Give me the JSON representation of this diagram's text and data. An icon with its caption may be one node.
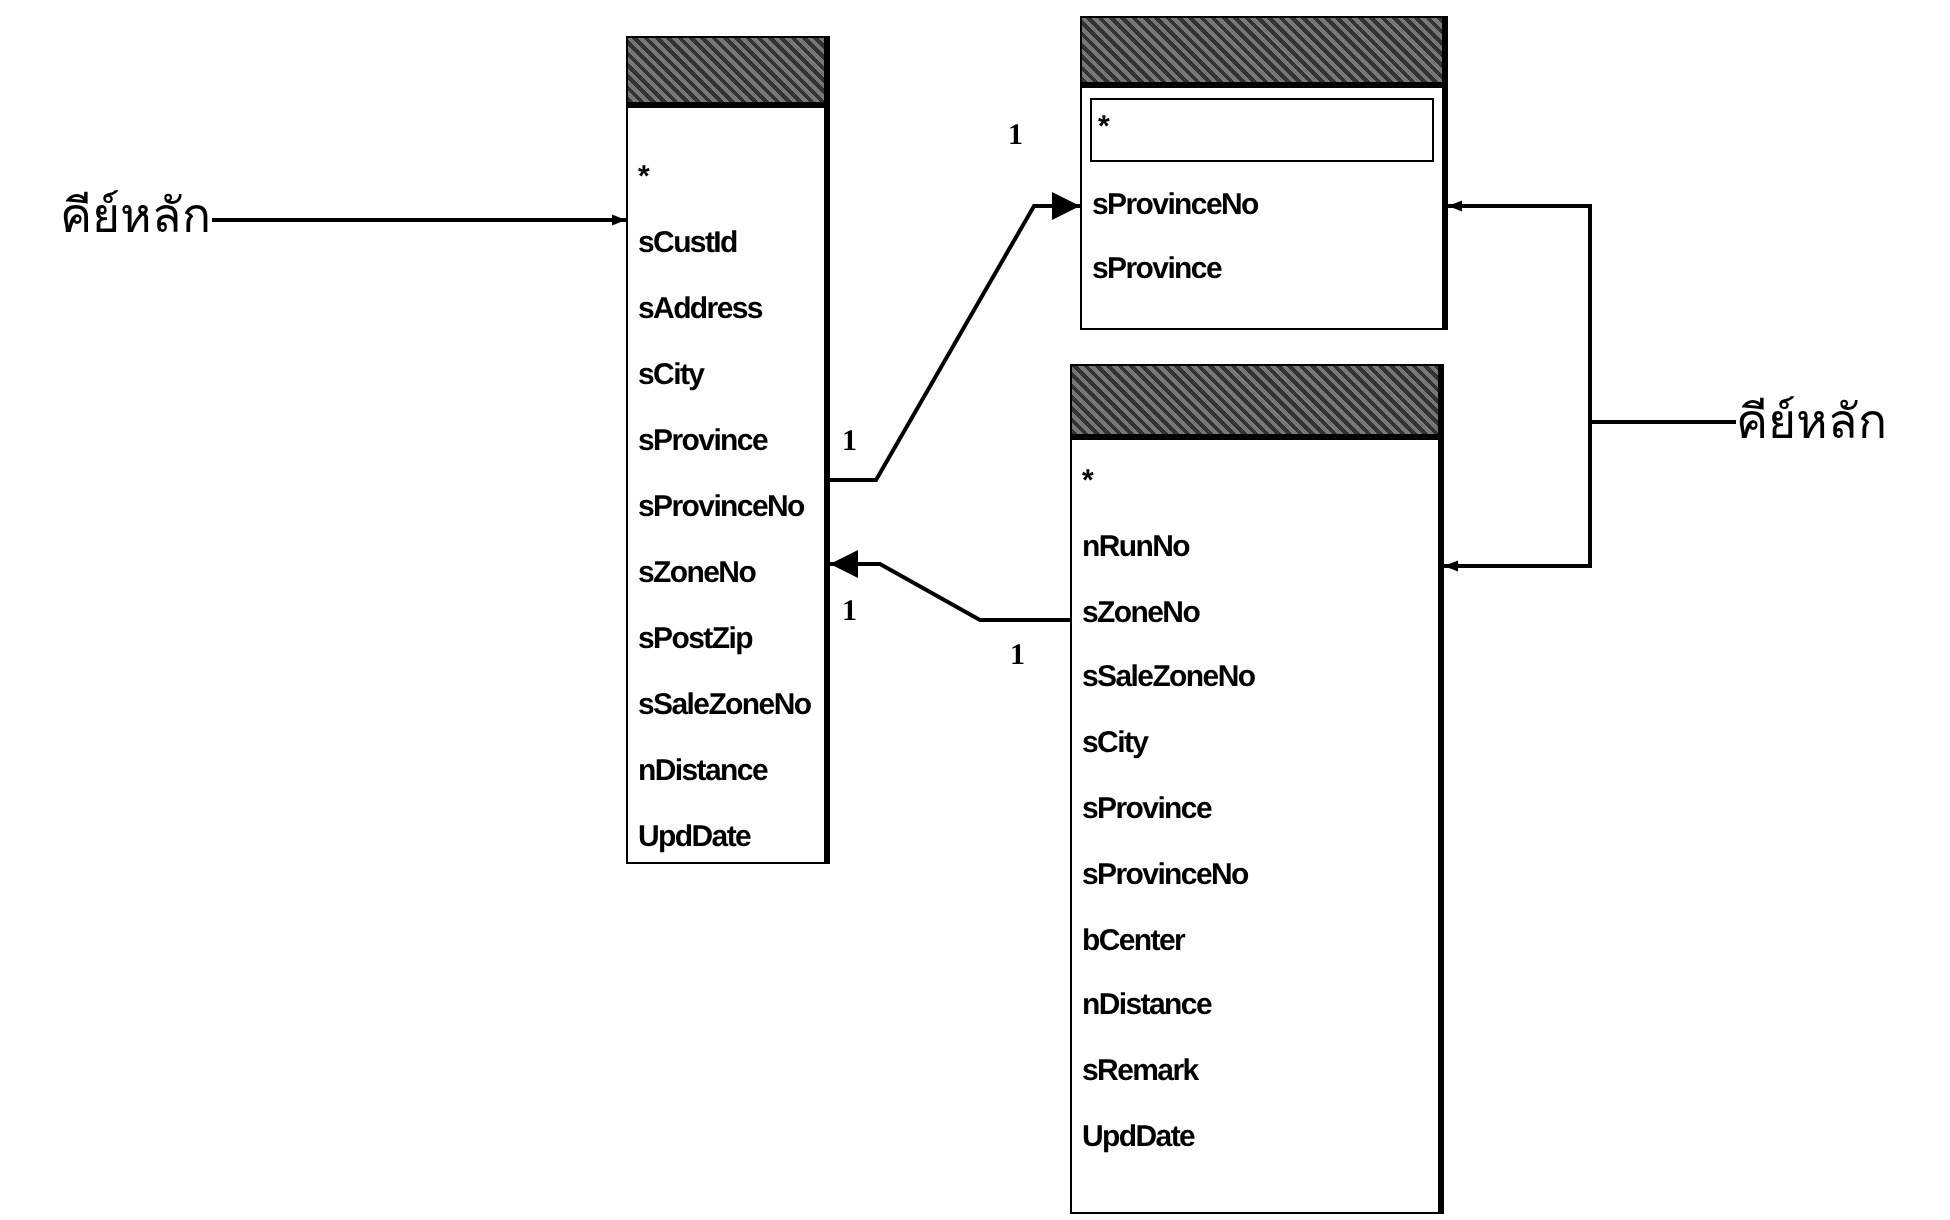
{
  "diagram": {
    "nodes": [
      {
        "text": [
          "*",
          "sCustId",
          "sAddress",
          "sCity",
          "sProvince",
          "sProvinceNo",
          "sZoneNo",
          "sPostZip",
          "sSaleZoneNo",
          "nDistance",
          "UpdDate"
        ]
      },
      {
        "text": [
          "*",
          "sProvinceNo",
          "sProvince"
        ]
      },
      {
        "text": [
          "*",
          "nRunNo",
          "sZoneNo",
          "sSaleZoneNo",
          "sCity",
          "sProvince",
          "sProvinceNo",
          "bCenter",
          "nDistance",
          "sRemark",
          "UpdDate"
        ]
      },
      {
        "text": [
          "คีย์หลัก"
        ]
      },
      {
        "text": [
          "คีย์หลัก"
        ]
      }
    ],
    "edges": [
      {
        "from": 3,
        "to": 0,
        "arrow": "to"
      },
      {
        "from": 0,
        "to": 1,
        "arrow": "to",
        "label": "1"
      },
      {
        "from": 2,
        "to": 0,
        "arrow": "to",
        "label": "1"
      },
      {
        "from": 4,
        "to": 1,
        "arrow": "to"
      },
      {
        "from": 4,
        "to": 2,
        "arrow": "to"
      }
    ],
    "labels": [
      "1",
      "1"
    ]
  }
}
